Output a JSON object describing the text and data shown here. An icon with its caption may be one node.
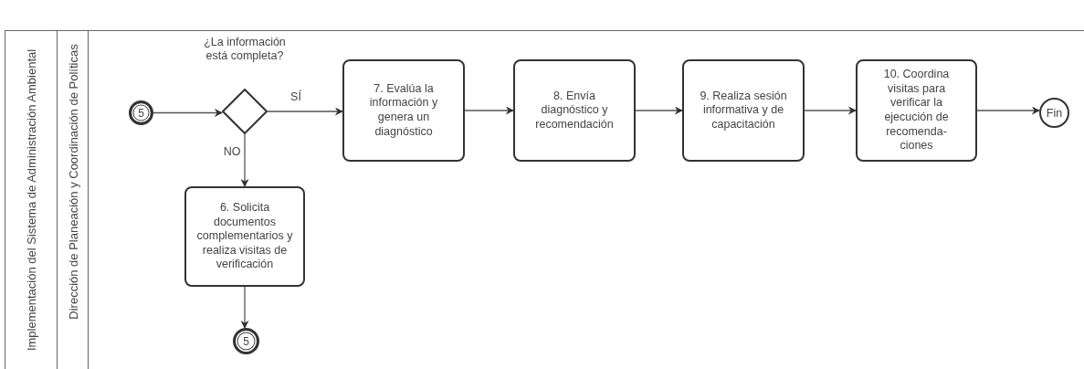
{
  "diagram": {
    "nodes": [
      {
        "text": [
          "Implementación del Sistema de Administración Ambiental"
        ]
      },
      {
        "text": [
          "Dirección de Planeación y Coordinación de Políticas"
        ],
        "in": 0
      },
      {
        "text": [
          "5"
        ],
        "in": 1
      },
      {
        "text": [
          "¿La información está completa?"
        ],
        "in": 1
      },
      {
        "text": [
          "7. Evalúa la información y genera un diagnóstico"
        ],
        "in": 1
      },
      {
        "text": [
          "8. Envía diagnóstico y recomendación"
        ],
        "in": 1
      },
      {
        "text": [
          "9. Realiza sesión informativa y de capacitación"
        ],
        "in": 1
      },
      {
        "text": [
          "10. Coordina visitas para verificar la ejecución de recomenda- ciones"
        ],
        "in": 1
      },
      {
        "text": [
          "Fin"
        ],
        "in": 1
      },
      {
        "text": [
          "6. Solicita documentos complementarios y realiza visitas de verificación"
        ],
        "in": 1
      },
      {
        "text": [
          "5"
        ],
        "in": 1
      }
    ],
    "edges": [
      {
        "from": 2,
        "to": 3,
        "arrow": "to"
      },
      {
        "from": 3,
        "to": 4,
        "arrow": "to",
        "label": "SÍ"
      },
      {
        "from": 3,
        "to": 9,
        "arrow": "to",
        "label": "NO"
      },
      {
        "from": 4,
        "to": 5,
        "arrow": "to"
      },
      {
        "from": 5,
        "to": 6,
        "arrow": "to"
      },
      {
        "from": 6,
        "to": 7,
        "arrow": "to"
      },
      {
        "from": 7,
        "to": 8,
        "arrow": "to"
      },
      {
        "from": 9,
        "to": 10,
        "arrow": "to"
      }
    ]
  }
}
